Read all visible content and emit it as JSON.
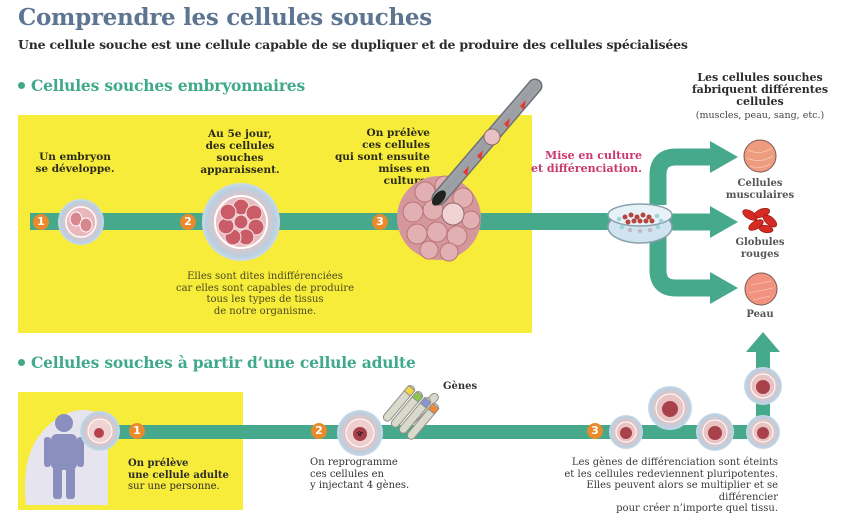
{
  "header": {
    "title": "Comprendre les cellules souches",
    "subtitle": "Une cellule souche est une cellule capable de se dupliquer et de produire des cellules spécialisées"
  },
  "colors": {
    "title": "#5d7591",
    "section": "#3fa98a",
    "yellow_panel": "#f8ec3a",
    "path_green": "#46a98b",
    "step_badge": "#e98a2b",
    "culture_label": "#c9386e"
  },
  "embryonic": {
    "heading": "Cellules souches embryonnaires",
    "steps": [
      {
        "number": "1",
        "label": [
          "Un embryon",
          "se développe."
        ],
        "icon": "embryon-2-cells-icon"
      },
      {
        "number": "2",
        "label": [
          "Au 5e jour,",
          "des cellules",
          "souches",
          "apparaissent."
        ],
        "icon": "blastocyst-icon"
      },
      {
        "number": "3",
        "label": [
          "On prélève",
          "ces cellules",
          "qui sont ensuite",
          "mises en culture."
        ],
        "icon": "needle-extraction-icon"
      }
    ],
    "note": [
      "Elles sont dites indifférenciées",
      "car elles sont capables de produire",
      "tous les types de tissus",
      "de notre organisme."
    ],
    "culture_label": [
      "Mise en culture",
      "et différenciation."
    ]
  },
  "outputs": {
    "heading": [
      "Les cellules souches",
      "fabriquent différentes",
      "cellules"
    ],
    "subheading": "(muscles, peau, sang, etc.)",
    "items": [
      {
        "label": [
          "Cellules",
          "musculaires"
        ],
        "icon": "muscle-cell-icon"
      },
      {
        "label": [
          "Globules",
          "rouges"
        ],
        "icon": "red-blood-cells-icon"
      },
      {
        "label": [
          "Peau"
        ],
        "icon": "skin-cell-icon"
      }
    ]
  },
  "adult": {
    "heading": "Cellules souches à partir d’une cellule adulte",
    "steps": [
      {
        "number": "1",
        "label_bold": [
          "On prélève",
          "une cellule adulte"
        ],
        "label_regular": [
          "sur une personne."
        ]
      },
      {
        "number": "2",
        "label": [
          "On reprogramme",
          "ces cellules en",
          "y injectant 4 gènes."
        ]
      },
      {
        "number": "3",
        "label": [
          "Les gènes de différenciation sont éteints",
          "et les cellules redeviennent pluripotentes.",
          "Elles peuvent alors se multiplier et se différencier",
          "pour créer n’importe quel tissu."
        ]
      }
    ],
    "genes_label": "Gènes",
    "gene_colors": [
      "#f2d64a",
      "#8fc64e",
      "#8b93d6",
      "#ef8a3a"
    ]
  }
}
